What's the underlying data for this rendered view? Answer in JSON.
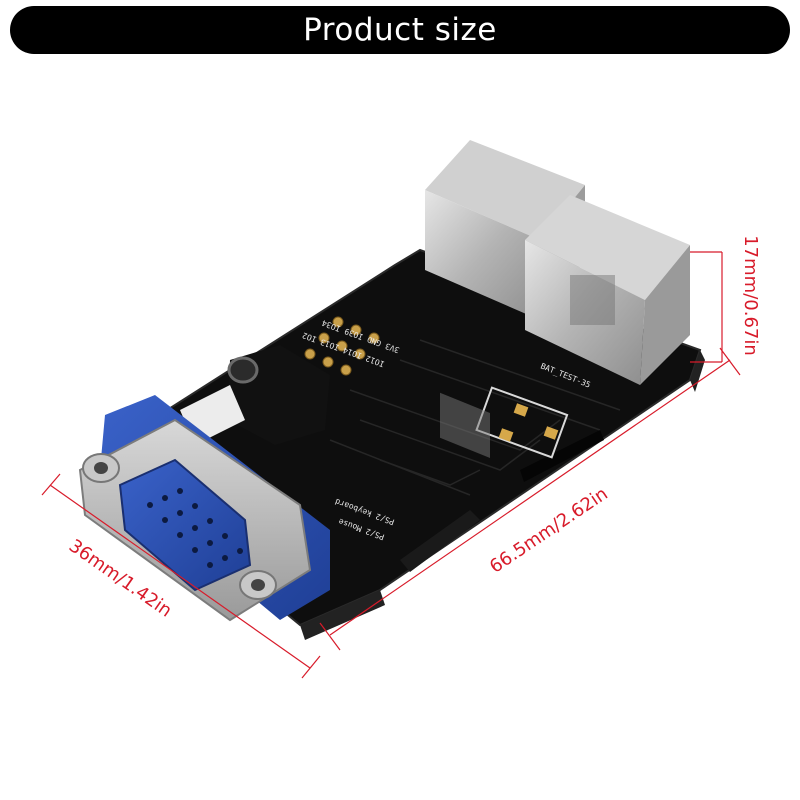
{
  "header": {
    "title": "Product size"
  },
  "dimensions": {
    "length": "66.5mm/2.62in",
    "width": "36mm/1.42in",
    "height": "17mm/0.67in"
  },
  "silkscreen": {
    "bat_test": "BAT_TEST-35",
    "io_row1": "3V3 GND IO39 IO34",
    "io_row2": "IO12 IO14 IO13 IO2",
    "keyboard": "PS/2 keyboard",
    "mouse": "PS/2 Mouse"
  },
  "colors": {
    "dimension_line": "#d81b2a",
    "pcb": "#151515",
    "vga_connector": "#2c4fb0",
    "metal": "#b9b9b9"
  }
}
